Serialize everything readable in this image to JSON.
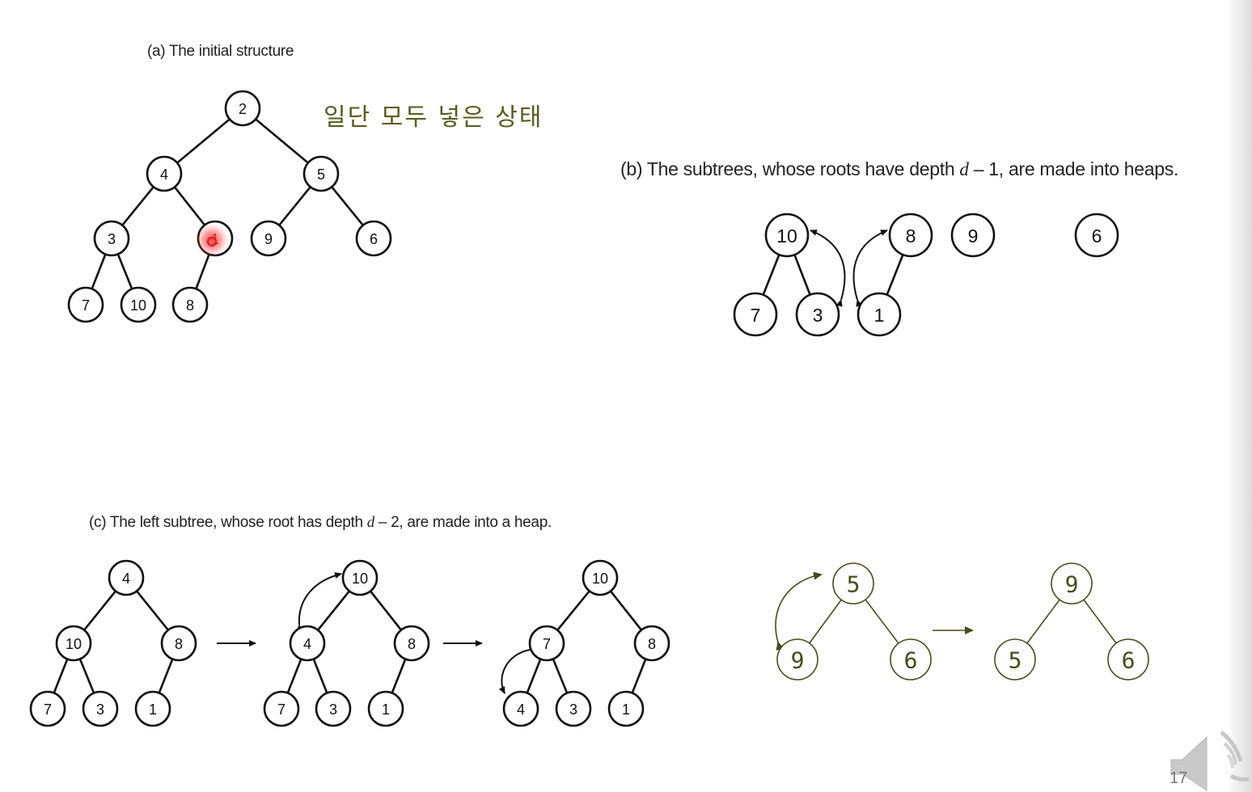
{
  "captions": {
    "a": "(a) The initial structure",
    "b_prefix": "(b) The subtrees, whose roots have depth ",
    "b_var": "d",
    "b_suffix": " – 1, are made into heaps.",
    "c_prefix": "(c) The left subtree, whose root has depth ",
    "c_var": "d",
    "c_suffix": " – 2, are made into a heap."
  },
  "annotation_korean": "일단 모두 넣은 상태",
  "page_number": "17",
  "colors": {
    "ink": "#111111",
    "handwriting": "#4a4a1a",
    "cursor_highlight": "#e02020"
  },
  "trees": {
    "a": {
      "nodes": [
        "2",
        "4",
        "5",
        "3",
        "1",
        "9",
        "6",
        "7",
        "10",
        "8"
      ]
    },
    "b": {
      "nodes": [
        "10",
        "7",
        "3",
        "8",
        "1",
        "9",
        "6"
      ]
    },
    "c1": {
      "nodes": [
        "4",
        "10",
        "8",
        "7",
        "3",
        "1"
      ]
    },
    "c2": {
      "nodes": [
        "10",
        "4",
        "8",
        "7",
        "3",
        "1"
      ]
    },
    "c3": {
      "nodes": [
        "10",
        "7",
        "8",
        "4",
        "3",
        "1"
      ]
    }
  },
  "handwritten": {
    "before": {
      "nodes": [
        "5",
        "9",
        "6"
      ]
    },
    "after": {
      "nodes": [
        "9",
        "5",
        "6"
      ]
    }
  }
}
